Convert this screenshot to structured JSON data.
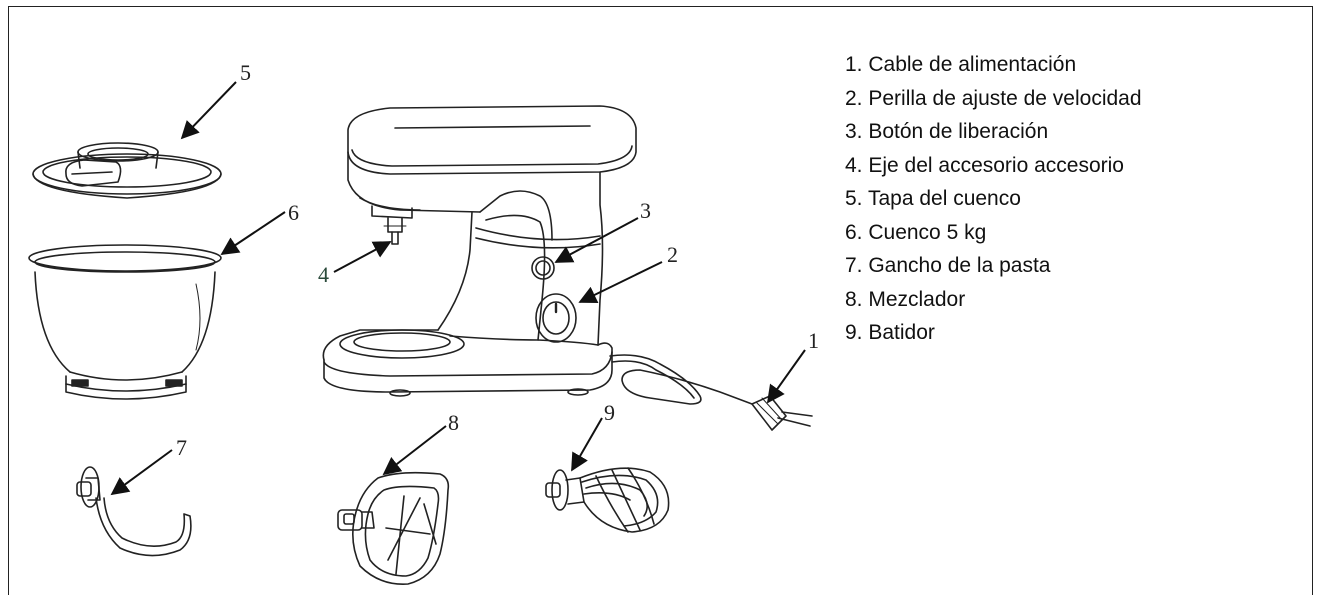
{
  "diagram": {
    "callouts": [
      "1",
      "2",
      "3",
      "4",
      "5",
      "6",
      "7",
      "8",
      "9"
    ],
    "legend": [
      "1. Cable de alimentación",
      "2. Perilla de ajuste de velocidad",
      "3. Botón de liberación",
      "4. Eje del accesorio accesorio",
      "5. Tapa del cuenco",
      "6. Cuenco 5 kg",
      "7. Gancho de la pasta",
      "8. Mezclador",
      "9. Batidor"
    ]
  }
}
